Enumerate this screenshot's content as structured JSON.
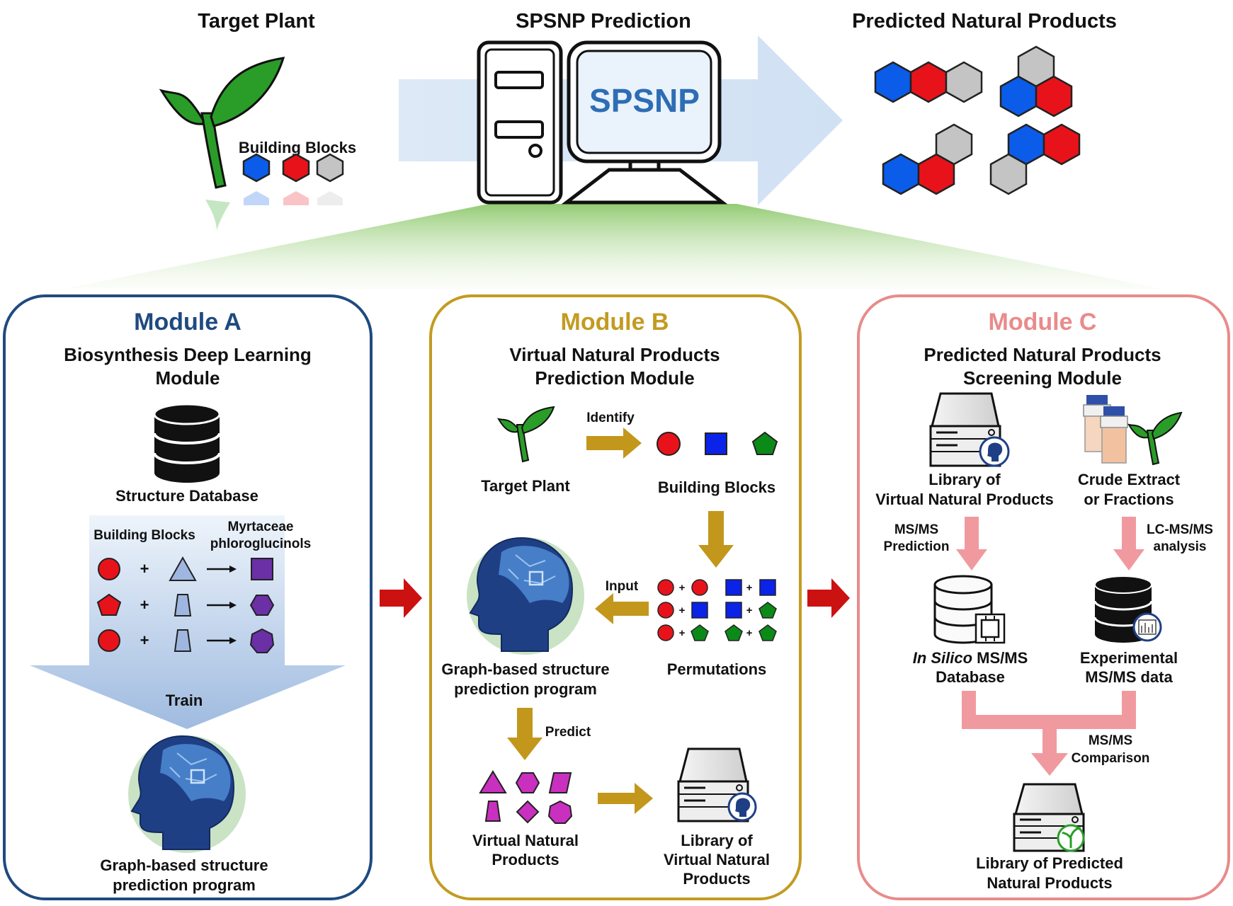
{
  "header": {
    "target_plant": "Target Plant",
    "spsnp_prediction": "SPSNP Prediction",
    "predicted_products": "Predicted Natural Products",
    "building_blocks": "Building Blocks",
    "monitor_text": "SPSNP"
  },
  "colors": {
    "blue_block": "#0b5ce8",
    "red_block": "#e8131a",
    "gray_block": "#c4c4c4",
    "module_a": "#1f4a80",
    "module_b": "#c39b21",
    "module_c": "#e98b8b",
    "flow_arrow": "#cc1111",
    "gold_arrow": "#c2971c",
    "pink_arrow": "#f09aa0",
    "purple_block": "#6b2fa6",
    "magenta_product": "#c930c0"
  },
  "module_a": {
    "title": "Module A",
    "subtitle_1": "Biosynthesis Deep Learning",
    "subtitle_2": "Module",
    "db_label": "Structure Database",
    "bb_label": "Building Blocks",
    "family_1": "Myrtaceae",
    "family_2": "phloroglucinols",
    "plus": "+",
    "train": "Train",
    "program_1": "Graph-based structure",
    "program_2": "prediction program"
  },
  "module_b": {
    "title": "Module B",
    "subtitle_1": "Virtual Natural Products",
    "subtitle_2": "Prediction Module",
    "identify": "Identify",
    "target_plant": "Target Plant",
    "building_blocks": "Building Blocks",
    "input": "Input",
    "plus": "+",
    "permutations": "Permutations",
    "program_1": "Graph-based structure",
    "program_2": "prediction program",
    "predict": "Predict",
    "virtual_1": "Virtual Natural",
    "virtual_2": "Products",
    "library_1": "Library of",
    "library_2": "Virtual Natural",
    "library_3": "Products"
  },
  "module_c": {
    "title": "Module C",
    "subtitle_1": "Predicted Natural Products",
    "subtitle_2": "Screening Module",
    "library_1": "Library of",
    "library_2": "Virtual Natural Products",
    "crude_1": "Crude Extract",
    "crude_2": "or Fractions",
    "msms_pred_1": "MS/MS",
    "msms_pred_2": "Prediction",
    "lcms_1": "LC-MS/MS",
    "lcms_2": "analysis",
    "insilico_italic": "In Silico",
    "insilico_rest": " MS/MS",
    "insilico_2": "Database",
    "exp_1": "Experimental",
    "exp_2": "MS/MS data",
    "comparison_1": "MS/MS",
    "comparison_2": "Comparison",
    "pred_lib_1": "Library of Predicted",
    "pred_lib_2": "Natural Products"
  }
}
